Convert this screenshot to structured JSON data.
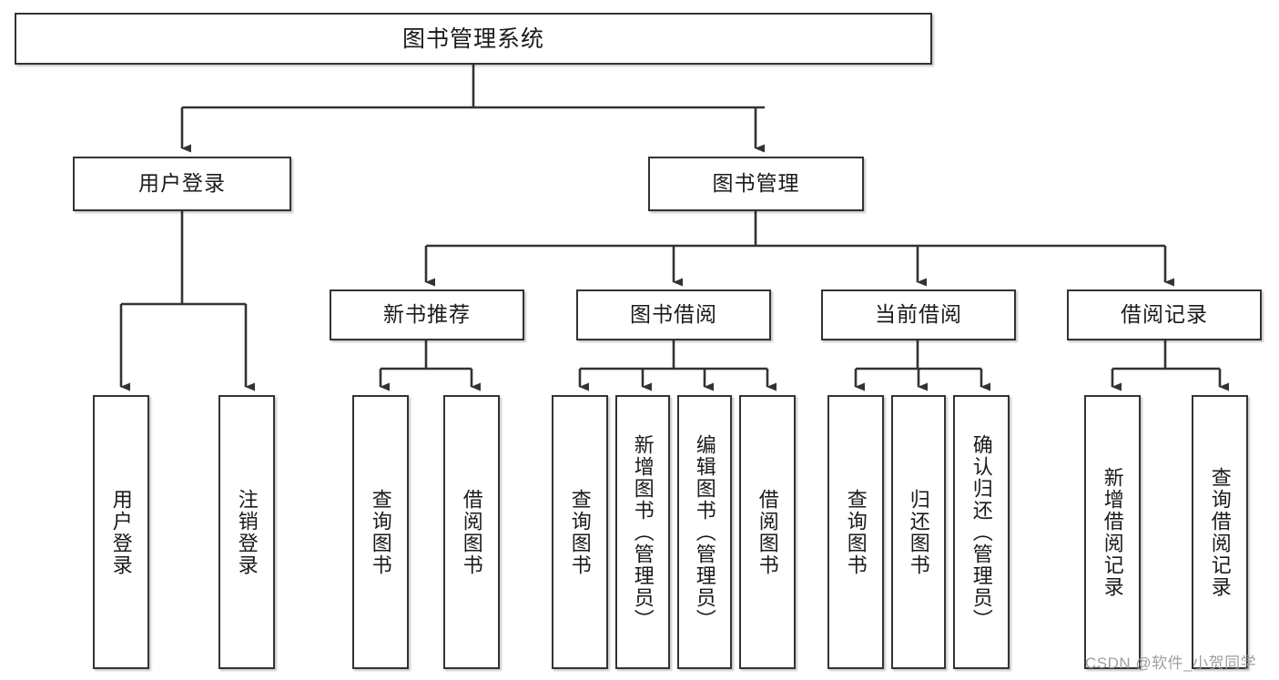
{
  "diagram": {
    "type": "tree",
    "title_node": {
      "label": "图书管理系统"
    },
    "level2": [
      {
        "label": "用户登录"
      },
      {
        "label": "图书管理"
      }
    ],
    "level3": [
      {
        "label": "新书推荐"
      },
      {
        "label": "图书借阅"
      },
      {
        "label": "当前借阅"
      },
      {
        "label": "借阅记录"
      }
    ],
    "leaves": {
      "user_login": [
        {
          "label": "用户登录"
        },
        {
          "label": "注销登录"
        }
      ],
      "new_book_recommend": [
        {
          "label": "查询图书"
        },
        {
          "label": "借阅图书"
        }
      ],
      "book_borrow": [
        {
          "label": "查询图书"
        },
        {
          "label": "新增图书（管理员）"
        },
        {
          "label": "编辑图书（管理员）"
        },
        {
          "label": "借阅图书"
        }
      ],
      "current_borrow": [
        {
          "label": "查询图书"
        },
        {
          "label": "归还图书"
        },
        {
          "label": "确认归还（管理员）"
        }
      ],
      "borrow_record": [
        {
          "label": "新增借阅记录"
        },
        {
          "label": "查询借阅记录"
        }
      ]
    }
  },
  "watermark": {
    "text": "CSDN @软件_小贺同学"
  },
  "colors": {
    "stroke": "#333333",
    "background": "#ffffff",
    "text": "#1a1a1a",
    "watermark": "#9a9a9a"
  }
}
